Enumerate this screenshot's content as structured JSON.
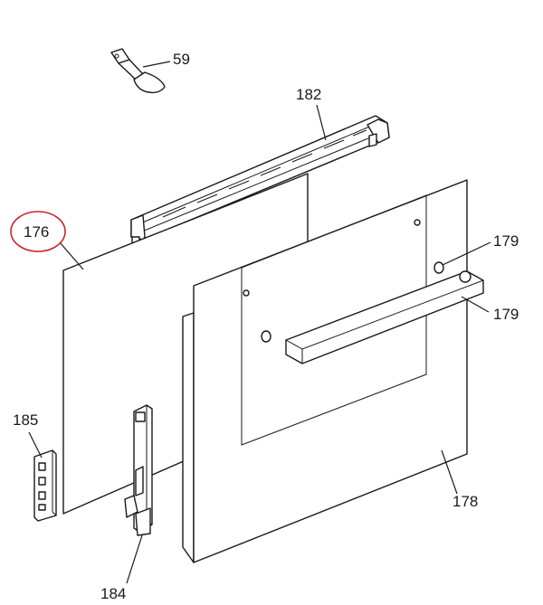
{
  "diagram": {
    "labels": {
      "p59": "59",
      "p182": "182",
      "p176": "176",
      "p179a": "179",
      "p179b": "179",
      "p185": "185",
      "p178": "178",
      "p184": "184"
    },
    "highlight_color": "#c8262d",
    "line_color": "#1a1a1a"
  }
}
